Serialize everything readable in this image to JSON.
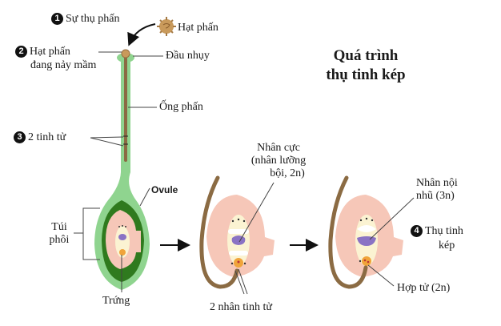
{
  "title": {
    "line1": "Quá trình",
    "line2": "thụ tinh kép"
  },
  "steps": [
    {
      "number": "1",
      "label": "Sự thụ phấn"
    },
    {
      "number": "2",
      "label_line1": "Hạt phấn",
      "label_line2": "đang nảy mầm"
    },
    {
      "number": "3",
      "label": "2 tinh tử"
    },
    {
      "number": "4",
      "label_line1": "Thụ tinh",
      "label_line2": "kép"
    }
  ],
  "labels": {
    "pollen_grain": "Hạt phấn",
    "stigma": "Đầu nhụy",
    "pollen_tube": "Ống phấn",
    "ovule": "Ovule",
    "embryo_sac_line1": "Túi",
    "embryo_sac_line2": "phôi",
    "egg": "Trứng",
    "polar_nuclei_line1": "Nhân cực",
    "polar_nuclei_line2": "(nhân lưỡng",
    "polar_nuclei_line3": "bội, 2n)",
    "sperm_nuclei": "2 nhân tinh tử",
    "endosperm_line1": "Nhân nội",
    "endosperm_line2": "nhũ (3n)",
    "zygote": "Hợp tử (2n)"
  },
  "colors": {
    "pistil_green": "#8fd48f",
    "ovary_dark_green": "#2f7a1e",
    "ovule_pink": "#f6c7b8",
    "embryo_sac_cream": "#fbf3d2",
    "polar_purple": "#8a73c4",
    "egg_orange": "#f0a43a",
    "tube_brown": "#8b6b43",
    "pollen_tan": "#c99a5b"
  }
}
